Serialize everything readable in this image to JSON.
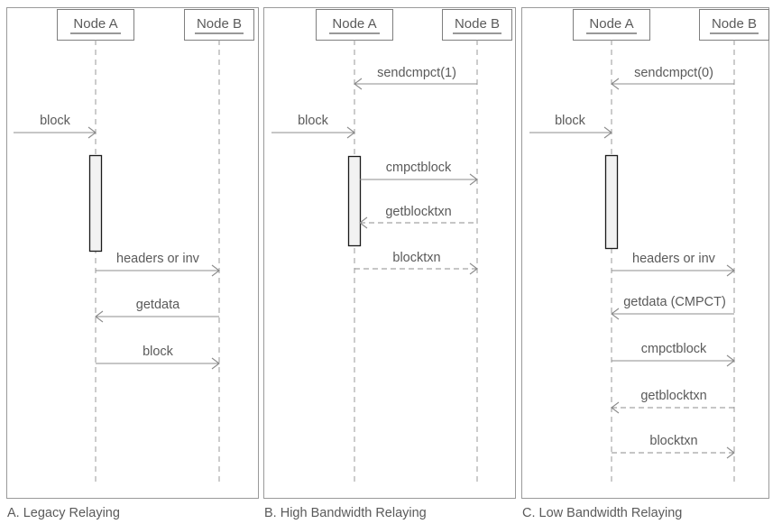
{
  "diagram": {
    "title_present": false,
    "colors": {
      "text": "#5a5a5a",
      "panel_border": "#9a9a9a",
      "lifeline": "#9a9a9a",
      "message_line": "#8c8c8c",
      "activation_fill": "#f2f2f2",
      "activation_stroke": "#1a1a1a",
      "background": "#ffffff"
    },
    "panels": [
      {
        "id": "panel-a",
        "caption": "A. Legacy Relaying",
        "participants": [
          {
            "id": "node-a",
            "label": "Node A"
          },
          {
            "id": "node-b",
            "label": "Node B"
          }
        ],
        "activation": {
          "present": true
        },
        "messages": [
          {
            "label": "block",
            "style": "solid",
            "direction": "inbound-to-a"
          },
          {
            "label": "headers or inv",
            "style": "solid",
            "direction": "a-to-b"
          },
          {
            "label": "getdata",
            "style": "solid",
            "direction": "b-to-a"
          },
          {
            "label": "block",
            "style": "solid",
            "direction": "a-to-b"
          }
        ]
      },
      {
        "id": "panel-b",
        "caption": "B. High Bandwidth Relaying",
        "participants": [
          {
            "id": "node-a",
            "label": "Node A"
          },
          {
            "id": "node-b",
            "label": "Node B"
          }
        ],
        "activation": {
          "present": true
        },
        "messages": [
          {
            "label": "sendcmpct(1)",
            "style": "solid",
            "direction": "b-to-a"
          },
          {
            "label": "block",
            "style": "solid",
            "direction": "inbound-to-a"
          },
          {
            "label": "cmpctblock",
            "style": "solid",
            "direction": "a-to-b"
          },
          {
            "label": "getblocktxn",
            "style": "dashed",
            "direction": "b-to-a"
          },
          {
            "label": "blocktxn",
            "style": "dashed",
            "direction": "a-to-b"
          }
        ]
      },
      {
        "id": "panel-c",
        "caption": "C. Low Bandwidth Relaying",
        "participants": [
          {
            "id": "node-a",
            "label": "Node A"
          },
          {
            "id": "node-b",
            "label": "Node B"
          }
        ],
        "activation": {
          "present": true
        },
        "messages": [
          {
            "label": "sendcmpct(0)",
            "style": "solid",
            "direction": "b-to-a"
          },
          {
            "label": "block",
            "style": "solid",
            "direction": "inbound-to-a"
          },
          {
            "label": "headers or inv",
            "style": "solid",
            "direction": "a-to-b"
          },
          {
            "label": "getdata (CMPCT)",
            "style": "solid",
            "direction": "b-to-a"
          },
          {
            "label": "cmpctblock",
            "style": "solid",
            "direction": "a-to-b"
          },
          {
            "label": "getblocktxn",
            "style": "dashed",
            "direction": "b-to-a"
          },
          {
            "label": "blocktxn",
            "style": "dashed",
            "direction": "a-to-b"
          }
        ]
      }
    ]
  }
}
